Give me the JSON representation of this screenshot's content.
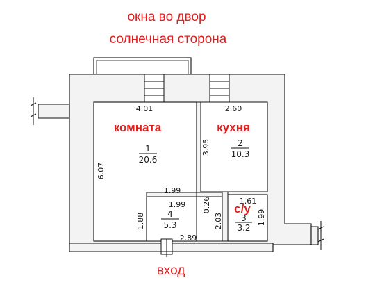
{
  "header": {
    "line1": "окна во двор",
    "line2": "солнечная сторона",
    "entrance": "вход"
  },
  "rooms": [
    {
      "name": "комната",
      "number": "1",
      "area": "20.6"
    },
    {
      "name": "кухня",
      "number": "2",
      "area": "10.3"
    },
    {
      "number": "4",
      "area": "5.3"
    },
    {
      "name": "с/у",
      "number": "3",
      "area": "3.2"
    }
  ],
  "dims": {
    "room_width": "4.01",
    "room_height": "6.07",
    "room_bottom": "1.99",
    "kitchen_width": "2.60",
    "kitchen_height": "3.95",
    "hall_width": "1.99",
    "hall_height": "1.88",
    "hall_bottom": "2.89",
    "hall_partition": "0.26",
    "hall_depth": "2.03",
    "bath_width": "1.61",
    "bath_height": "1.99"
  },
  "colors": {
    "label": "#e31c1c",
    "wall_fill": "#f3f3f3",
    "line": "#111111"
  }
}
